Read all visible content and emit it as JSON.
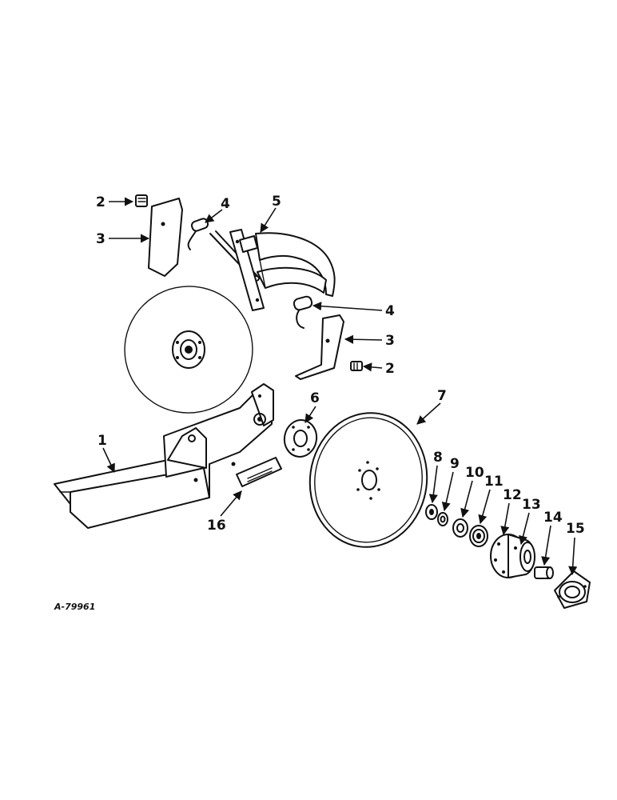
{
  "figure_id": "A-79961",
  "callouts": {
    "c1": "1",
    "c2a": "2",
    "c2b": "2",
    "c3a": "3",
    "c3b": "3",
    "c4a": "4",
    "c4b": "4",
    "c5": "5",
    "c6": "6",
    "c7": "7",
    "c8": "8",
    "c9": "9",
    "c10": "10",
    "c11": "11",
    "c12": "12",
    "c13": "13",
    "c14": "14",
    "c15": "15",
    "c16": "16"
  }
}
